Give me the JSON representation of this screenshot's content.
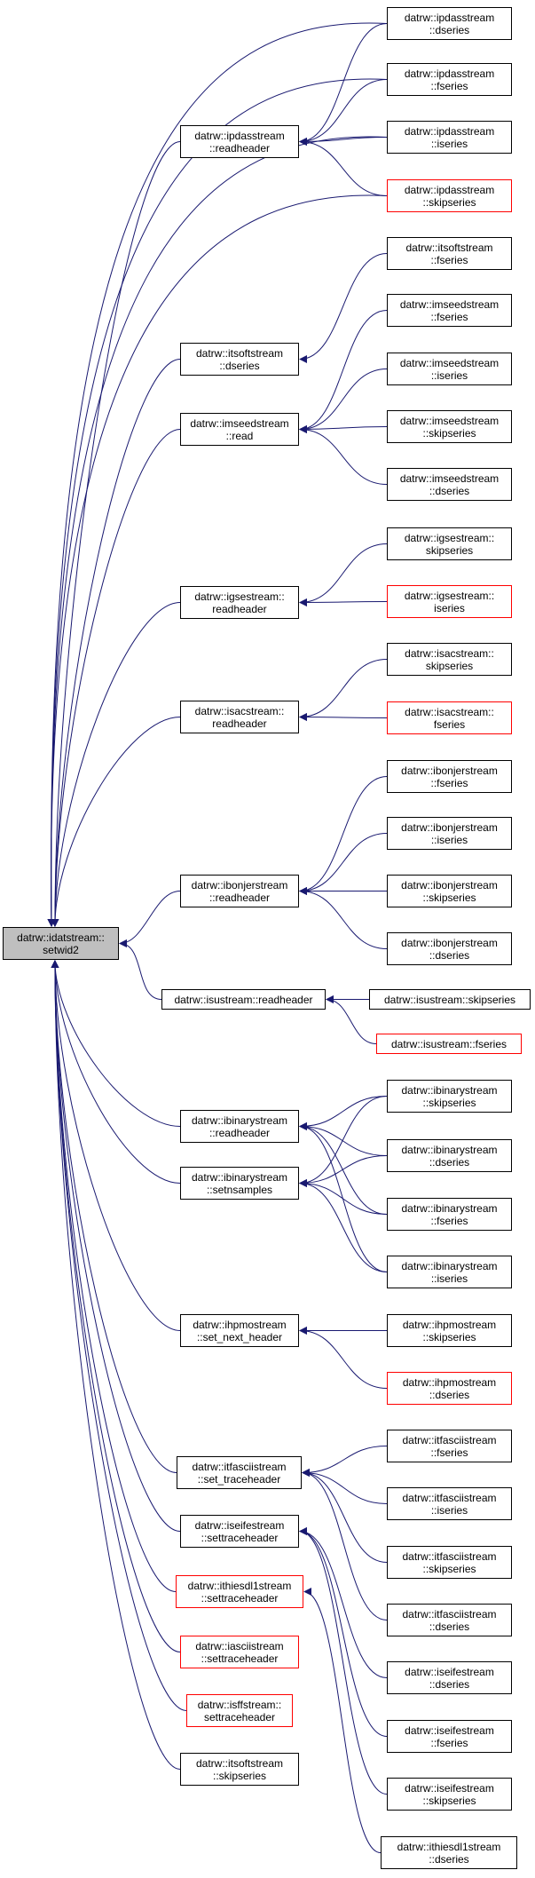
{
  "colors": {
    "edge": "#191970",
    "node_border": "#000000",
    "node_border_incomplete": "#ff0000",
    "root_fill": "#bfbfbf"
  },
  "root": {
    "line1": "datrw::idatstream::",
    "line2": "setwid2"
  },
  "callers": [
    {
      "line1": "datrw::ipdasstream",
      "line2": "::readheader"
    },
    {
      "line1": "datrw::itsoftstream",
      "line2": "::dseries"
    },
    {
      "line1": "datrw::imseedstream",
      "line2": "::read"
    },
    {
      "line1": "datrw::igsestream::",
      "line2": "readheader"
    },
    {
      "line1": "datrw::isacstream::",
      "line2": "readheader"
    },
    {
      "line1": "datrw::ibonjerstream",
      "line2": "::readheader"
    },
    {
      "line1": "datrw::isustream::readheader",
      "line2": ""
    },
    {
      "line1": "datrw::ibinarystream",
      "line2": "::readheader"
    },
    {
      "line1": "datrw::ibinarystream",
      "line2": "::setnsamples"
    },
    {
      "line1": "datrw::ihpmostream",
      "line2": "::set_next_header"
    },
    {
      "line1": "datrw::itfasciistream",
      "line2": "::set_traceheader"
    },
    {
      "line1": "datrw::iseifestream",
      "line2": "::settraceheader"
    },
    {
      "line1": "datrw::ithiesdl1stream",
      "line2": "::settraceheader"
    },
    {
      "line1": "datrw::iasciistream",
      "line2": "::settraceheader"
    },
    {
      "line1": "datrw::isffstream::",
      "line2": "settraceheader"
    },
    {
      "line1": "datrw::itsoftstream",
      "line2": "::skipseries"
    }
  ],
  "leaves": [
    {
      "line1": "datrw::ipdasstream",
      "line2": "::dseries"
    },
    {
      "line1": "datrw::ipdasstream",
      "line2": "::fseries"
    },
    {
      "line1": "datrw::ipdasstream",
      "line2": "::iseries"
    },
    {
      "line1": "datrw::ipdasstream",
      "line2": "::skipseries"
    },
    {
      "line1": "datrw::itsoftstream",
      "line2": "::fseries"
    },
    {
      "line1": "datrw::imseedstream",
      "line2": "::fseries"
    },
    {
      "line1": "datrw::imseedstream",
      "line2": "::iseries"
    },
    {
      "line1": "datrw::imseedstream",
      "line2": "::skipseries"
    },
    {
      "line1": "datrw::imseedstream",
      "line2": "::dseries"
    },
    {
      "line1": "datrw::igsestream::",
      "line2": "skipseries"
    },
    {
      "line1": "datrw::igsestream::",
      "line2": "iseries"
    },
    {
      "line1": "datrw::isacstream::",
      "line2": "skipseries"
    },
    {
      "line1": "datrw::isacstream::",
      "line2": "fseries"
    },
    {
      "line1": "datrw::ibonjerstream",
      "line2": "::fseries"
    },
    {
      "line1": "datrw::ibonjerstream",
      "line2": "::iseries"
    },
    {
      "line1": "datrw::ibonjerstream",
      "line2": "::skipseries"
    },
    {
      "line1": "datrw::ibonjerstream",
      "line2": "::dseries"
    },
    {
      "line1": "datrw::isustream::skipseries",
      "line2": ""
    },
    {
      "line1": "datrw::isustream::fseries",
      "line2": ""
    },
    {
      "line1": "datrw::ibinarystream",
      "line2": "::skipseries"
    },
    {
      "line1": "datrw::ibinarystream",
      "line2": "::dseries"
    },
    {
      "line1": "datrw::ibinarystream",
      "line2": "::fseries"
    },
    {
      "line1": "datrw::ibinarystream",
      "line2": "::iseries"
    },
    {
      "line1": "datrw::ihpmostream",
      "line2": "::skipseries"
    },
    {
      "line1": "datrw::ihpmostream",
      "line2": "::dseries"
    },
    {
      "line1": "datrw::itfasciistream",
      "line2": "::fseries"
    },
    {
      "line1": "datrw::itfasciistream",
      "line2": "::iseries"
    },
    {
      "line1": "datrw::itfasciistream",
      "line2": "::skipseries"
    },
    {
      "line1": "datrw::itfasciistream",
      "line2": "::dseries"
    },
    {
      "line1": "datrw::iseifestream",
      "line2": "::dseries"
    },
    {
      "line1": "datrw::iseifestream",
      "line2": "::fseries"
    },
    {
      "line1": "datrw::iseifestream",
      "line2": "::skipseries"
    },
    {
      "line1": "datrw::ithiesdl1stream",
      "line2": "::dseries"
    }
  ]
}
